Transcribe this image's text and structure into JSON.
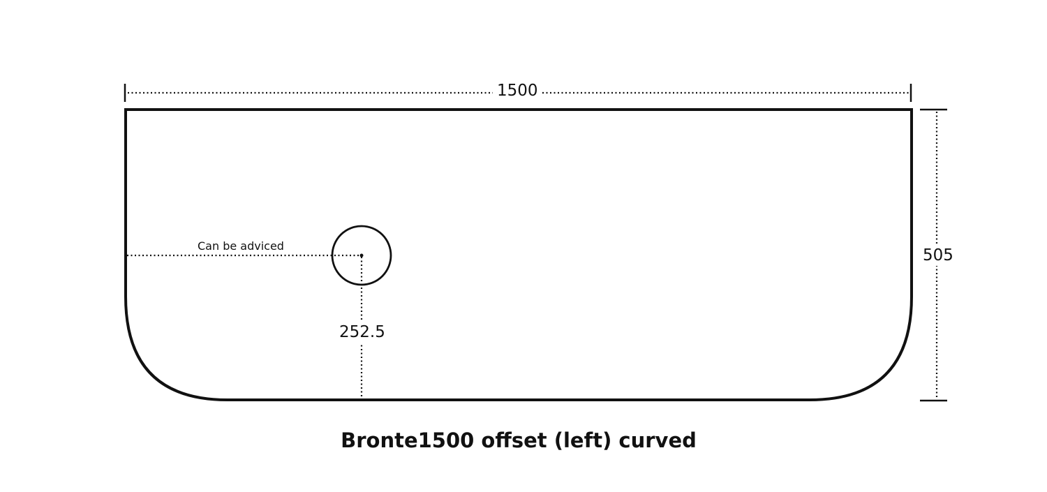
{
  "diagram": {
    "title": "Bronte1500 offset (left) curved",
    "dimensions": {
      "width": "1500",
      "height": "505",
      "hole_offset_from_bottom": "252.5"
    },
    "annotations": {
      "hole_position_note": "Can be adviced"
    },
    "colors": {
      "outline": "#111111",
      "background": "#ffffff"
    }
  }
}
